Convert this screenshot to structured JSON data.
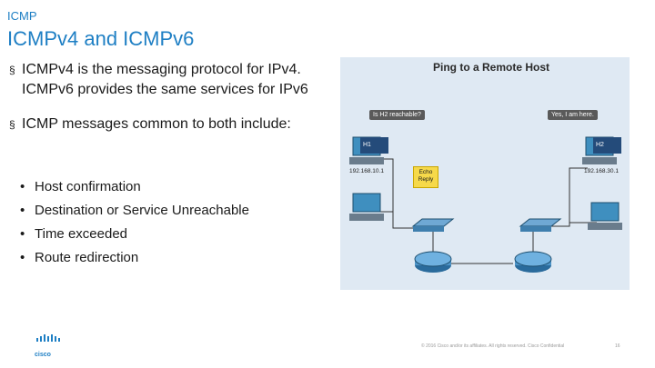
{
  "slide": {
    "section": "ICMP",
    "title": "ICMPv4 and ICMPv6",
    "bullets": [
      "ICMPv4 is the messaging protocol for IPv4. ICMPv6 provides the same services for IPv6",
      "ICMP messages common to both include:"
    ],
    "bullet_marker": "§",
    "sub_marker": "•",
    "sub_bullets": [
      "Host confirmation",
      "Destination or Service Unreachable",
      "Time exceeded",
      "Route redirection"
    ]
  },
  "figure": {
    "title": "Ping to a Remote Host",
    "question": "Is H2 reachable?",
    "answer": "Yes, I am here.",
    "host1": "H1",
    "host2": "H2",
    "ip1": "192.168.10.1",
    "ip2": "192.168.30.1",
    "echo_line1": "Echo",
    "echo_line2": "Reply"
  },
  "footer": {
    "copyright": "© 2016 Cisco and/or its affiliates. All rights reserved. Cisco Confidential",
    "page": "16",
    "logo_text": "cisco"
  },
  "colors": {
    "accent": "#1e7fc4",
    "figure_bg": "#dfe9f3",
    "host_label": "#244b7a",
    "echo_bg": "#f6d94a"
  }
}
